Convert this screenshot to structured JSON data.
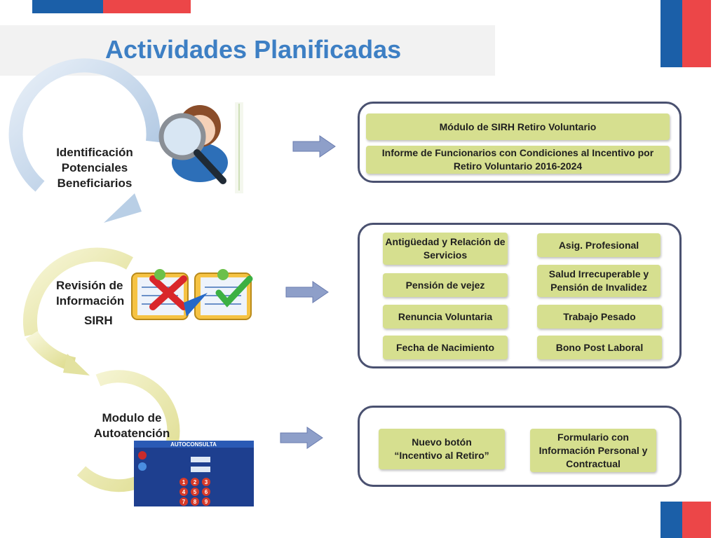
{
  "title": "Actividades Planificadas",
  "colors": {
    "blue": "#1b5fa8",
    "red": "#ec4648",
    "title": "#3d7fc4",
    "tag": "#d6df8f",
    "panel_border": "#4a5170"
  },
  "steps": [
    {
      "label_lines": [
        "Identificación",
        "Potenciales",
        "Beneficiarios"
      ],
      "icon": "search-user-icon"
    },
    {
      "label_lines": [
        "Revisión de",
        "Información",
        "SIRH"
      ],
      "icon": "checklist-compare-icon"
    },
    {
      "label_lines": [
        "Modulo de",
        "Autoatención"
      ],
      "icon": "kiosk-screen-icon"
    }
  ],
  "kiosk": {
    "header": "AUTOCONSULTA",
    "keys": [
      "1",
      "2",
      "3",
      "4",
      "5",
      "6",
      "7",
      "8",
      "9"
    ]
  },
  "panel1": {
    "items": [
      "Módulo de SIRH Retiro Voluntario",
      "Informe de Funcionarios con Condiciones al Incentivo por Retiro Voluntario 2016-2024"
    ]
  },
  "panel2": {
    "left": [
      "Antigüedad y Relación de Servicios",
      "Pensión de vejez",
      "Renuncia Voluntaria",
      "Fecha de Nacimiento"
    ],
    "right": [
      "Asig. Profesional",
      "Salud Irrecuperable y Pensión de Invalidez",
      "Trabajo Pesado",
      "Bono Post Laboral"
    ]
  },
  "panel3": {
    "items": [
      "Nuevo botón “Incentivo al Retiro”",
      "Formulario con Información Personal y Contractual"
    ]
  }
}
